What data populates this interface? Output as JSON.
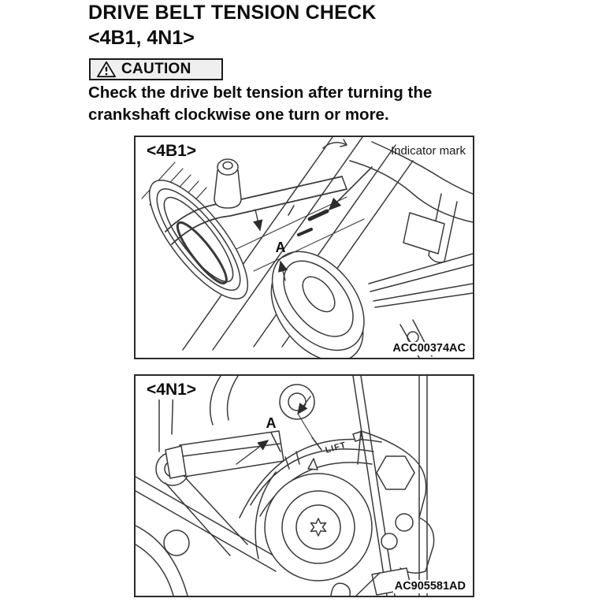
{
  "page": {
    "title": "DRIVE BELT TENSION CHECK",
    "subtitle": "<4B1, 4N1>",
    "caution": {
      "label": "CAUTION",
      "icon": "warning-triangle-icon",
      "note_line1": "Check the drive belt tension after turning the",
      "note_line2": "crankshaft clockwise one turn or more."
    }
  },
  "figure_4b1": {
    "engine_label": "<4B1>",
    "callout_label": "Indicator mark",
    "dimension_label": "A",
    "figure_code": "ACC00374AC"
  },
  "figure_4n1": {
    "engine_label": "<4N1>",
    "dimension_label": "A",
    "lift_label": "LIFT",
    "figure_code": "AC905581AD"
  },
  "colors": {
    "ink": "#0d0d0d",
    "line_art": "#3a3a3a",
    "caution_bg": "#efefef",
    "page_bg": "#ffffff"
  }
}
